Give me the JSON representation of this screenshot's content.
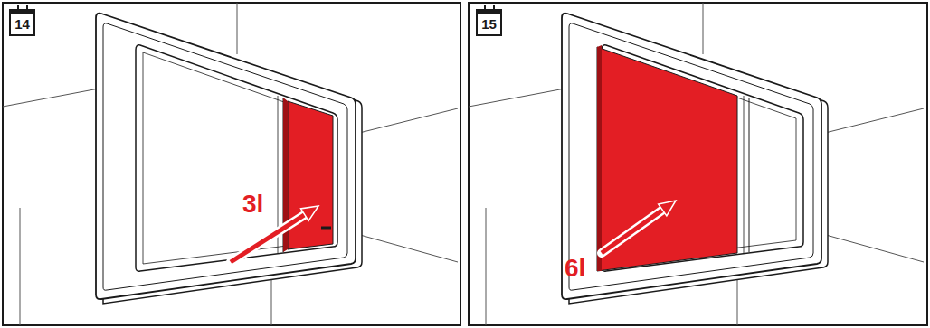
{
  "diagram": {
    "nodes": [
      {
        "text": [
          "14"
        ]
      },
      {
        "text": [
          "15"
        ]
      }
    ],
    "labels": [
      "3l",
      "6l"
    ]
  }
}
